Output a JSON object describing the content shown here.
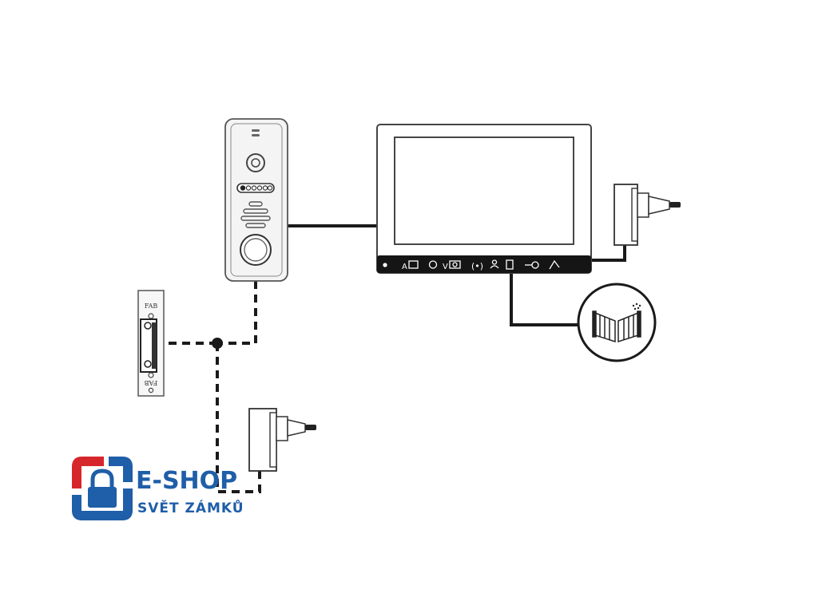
{
  "diagram": {
    "lock_labels": {
      "top": "FAB",
      "bottom": "FAB"
    },
    "monitor": {
      "button_icons": [
        "power-led-icon",
        "monitor-icon",
        "settings-icon",
        "camera-icon",
        "talk-icon",
        "user-icon",
        "door-icon",
        "key-icon",
        "gate-icon"
      ],
      "button_letters": [
        "A",
        "V"
      ]
    },
    "components": [
      "door-station",
      "monitor",
      "electric-lock",
      "power-adapter-monitor",
      "power-adapter-lock",
      "gate-motor"
    ]
  },
  "logo": {
    "line1": "E-SHOP",
    "line2": "SVĚT ZÁMKŮ",
    "colors": {
      "red": "#d7262b",
      "blue": "#1f5ea8",
      "dark_blue": "#1b4f93"
    }
  }
}
